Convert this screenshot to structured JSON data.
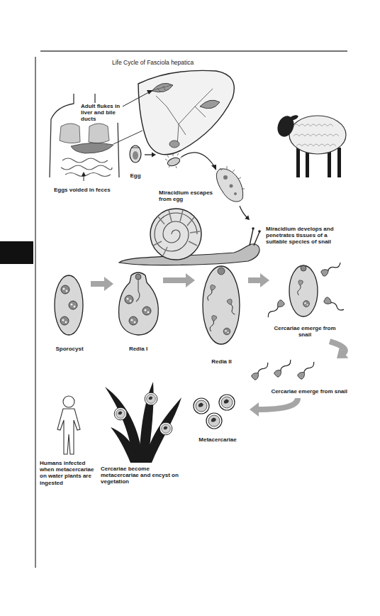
{
  "diagram": {
    "title": "Life Cycle of Fasciola hepatica",
    "nodes": [
      {
        "text": [
          "Egg"
        ]
      },
      {
        "text": [
          "Miracidium escapes from egg"
        ]
      },
      {
        "text": [
          "Miracidium develops and penetrates tissues of a suitable species of snail"
        ]
      },
      {
        "text": [
          "Sporocyst"
        ]
      },
      {
        "text": [
          "Redia I"
        ]
      },
      {
        "text": [
          "Redia II"
        ]
      },
      {
        "text": [
          "Cercariae emerge from snail"
        ]
      },
      {
        "text": [
          "Cercariae emerge from snail"
        ]
      },
      {
        "text": [
          "Metacercariae"
        ]
      },
      {
        "text": [
          "Cercariae become metacercariae and encyst on vegetation"
        ]
      },
      {
        "text": [
          "Humans infected when metacercariae on water plants are ingested"
        ]
      }
    ],
    "edges": [
      {
        "from": 0,
        "to": 1,
        "arrow": "to"
      },
      {
        "from": 1,
        "to": 2,
        "arrow": "to"
      },
      {
        "from": 3,
        "to": 4,
        "arrow": "to"
      },
      {
        "from": 4,
        "to": 5,
        "arrow": "to"
      },
      {
        "from": 5,
        "to": 6,
        "arrow": "to"
      },
      {
        "from": 6,
        "to": 7,
        "arrow": "to"
      },
      {
        "from": 7,
        "to": 8,
        "arrow": "to"
      }
    ],
    "labels": [
      "Adult flukes in liver and bile ducts",
      "Eggs voided in feces"
    ]
  }
}
